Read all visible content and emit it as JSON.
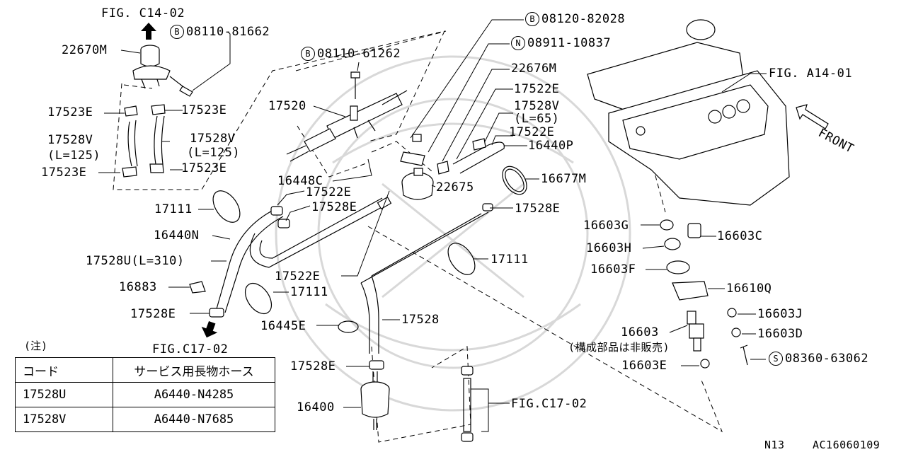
{
  "fig_refs": {
    "top": "FIG. C14-02",
    "engine": "FIG. A14-01",
    "bottom_left": "FIG.C17-02",
    "bottom_right": "FIG.C17-02"
  },
  "direction": "FRONT",
  "bolts": {
    "b1": {
      "symbol": "B",
      "code": "08110-81662"
    },
    "b2": {
      "symbol": "B",
      "code": "08110-61262"
    },
    "b3": {
      "symbol": "B",
      "code": "08120-82028"
    },
    "n1": {
      "symbol": "N",
      "code": "08911-10837"
    },
    "s1": {
      "symbol": "S",
      "code": "08360-63062"
    }
  },
  "labels": {
    "p22670M": "22670M",
    "p17523E_a": "17523E",
    "p17523E_b": "17523E",
    "p17528V_a": "17528V",
    "p17528V_a_len": "(L=125)",
    "p17523E_c": "17523E",
    "p17528V_b": "17528V",
    "p17528V_b_len": "(L=125)",
    "p17523E_d": "17523E",
    "p17520": "17520",
    "p22676M": "22676M",
    "p17522E_a": "17522E",
    "p17528V_c": "17528V",
    "p17528V_c_len": "(L=65)",
    "p17522E_b": "17522E",
    "p16440P": "16440P",
    "p16448C": "16448C",
    "p17522E_c": "17522E",
    "p22675": "22675",
    "p16677M": "16677M",
    "p17111_a": "17111",
    "p17528E_a": "17528E",
    "p17528E_b": "17528E",
    "p16440N": "16440N",
    "p17528U": "17528U(L=310)",
    "p17111_b": "17111",
    "p17522E_d": "17522E",
    "p16883": "16883",
    "p17111_c": "17111",
    "p17528E_c": "17528E",
    "p16445E": "16445E",
    "p17528": "17528",
    "p17528E_d": "17528E",
    "p16400": "16400",
    "p16603G": "16603G",
    "p16603C": "16603C",
    "p16603H": "16603H",
    "p16603F": "16603F",
    "p16610Q": "16610Q",
    "p16603J": "16603J",
    "p16603": "16603",
    "p16603D": "16603D",
    "p16603_note": "(構成部品は非販売)",
    "p16603E": "16603E"
  },
  "note": {
    "title": "(注)",
    "headers": [
      "コード",
      "サービス用長物ホース"
    ],
    "rows": [
      [
        "17528U",
        "A6440-N4285"
      ],
      [
        "17528V",
        "A6440-N7685"
      ]
    ]
  },
  "footer": {
    "section": "N13",
    "code": "AC16060109"
  }
}
